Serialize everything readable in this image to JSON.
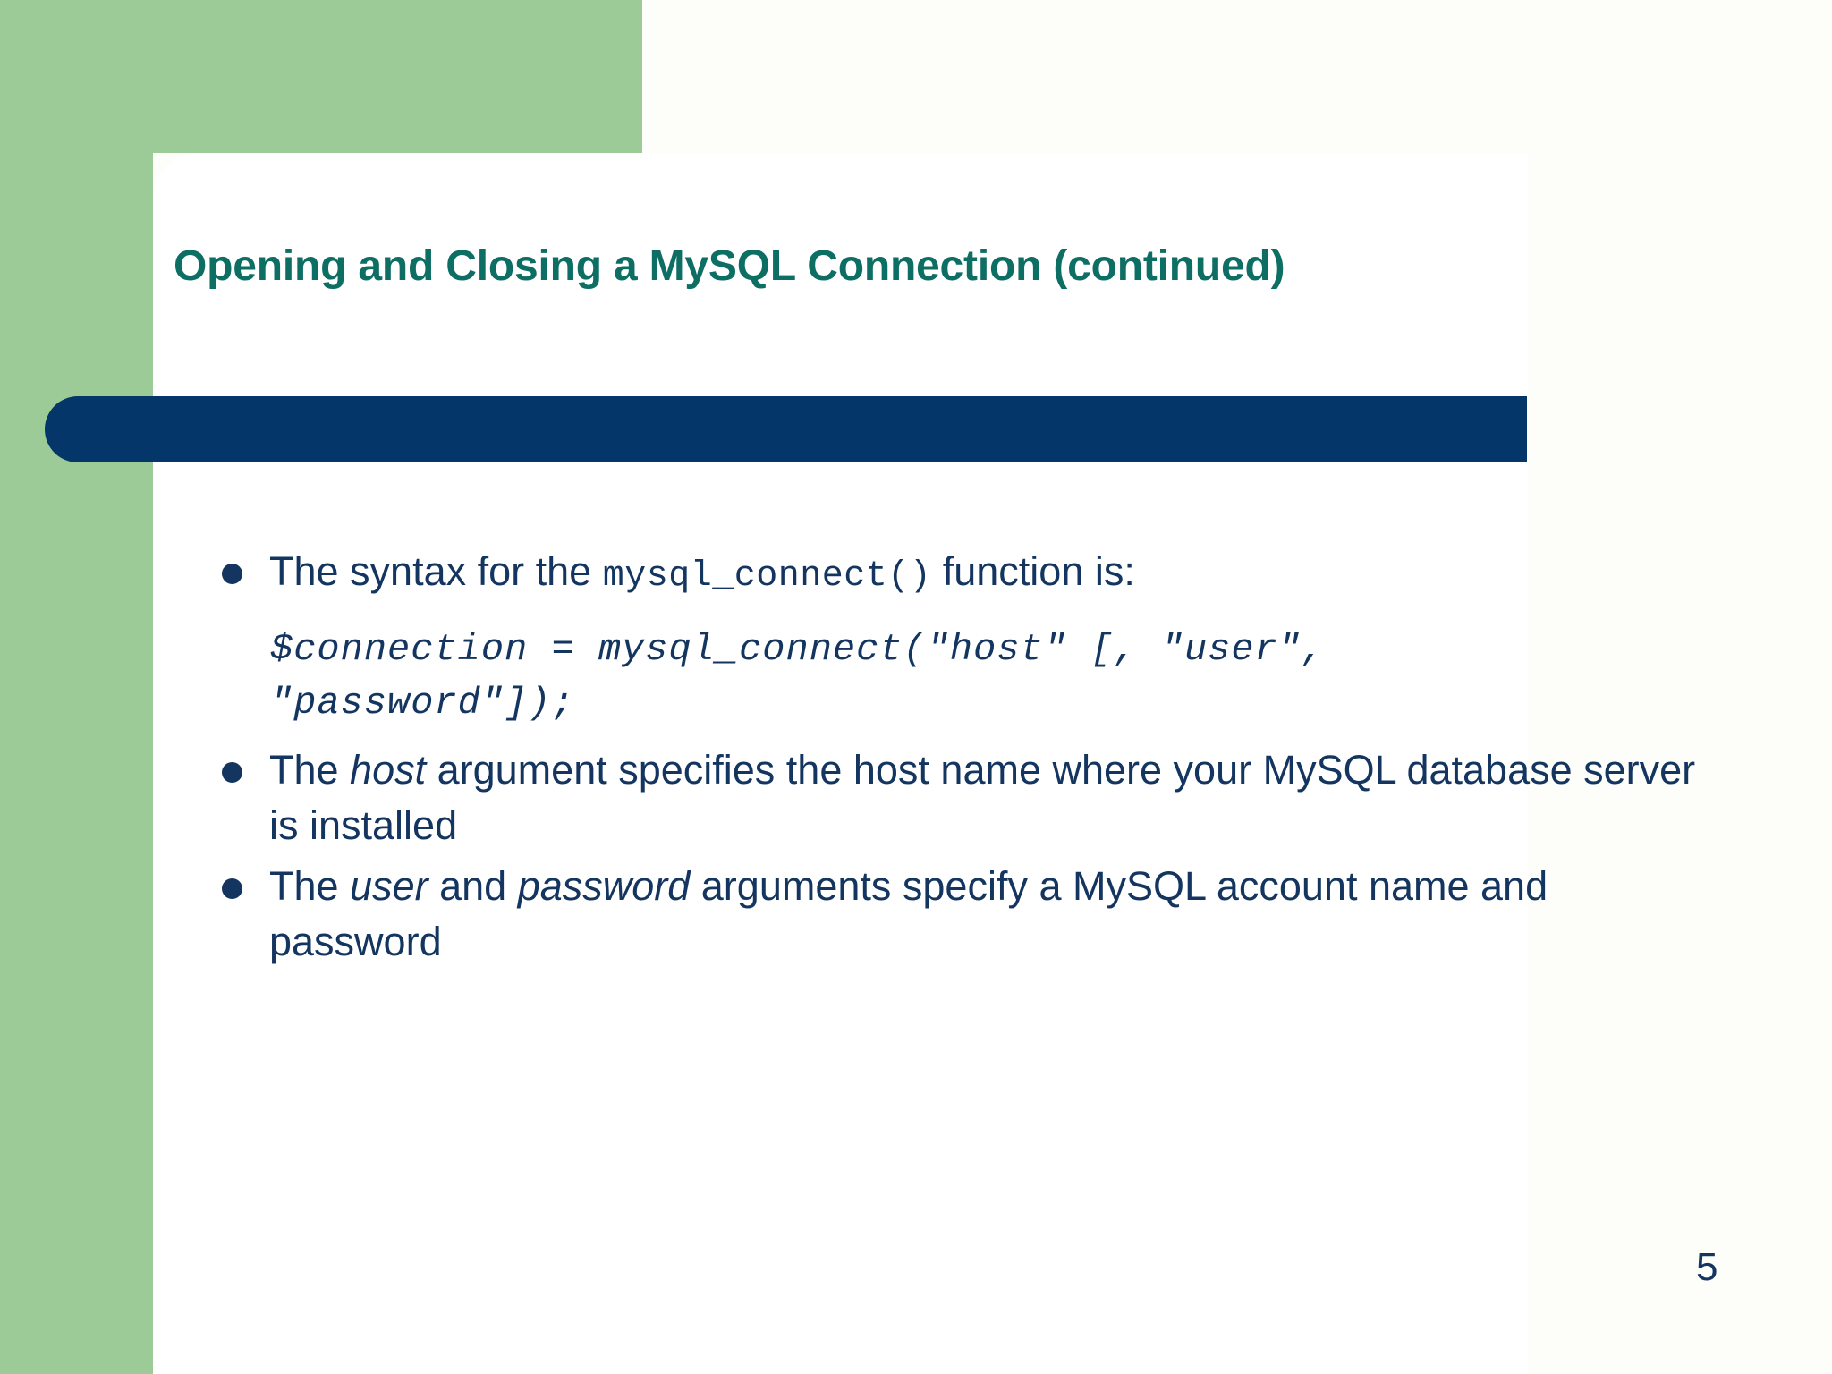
{
  "slide": {
    "title": "Opening and Closing a MySQL Connection (continued)",
    "page_number": "5",
    "colors": {
      "accent_green": "#9ccb98",
      "accent_navy": "#043669",
      "title_teal": "#0d6e64",
      "body_navy": "#13355f",
      "card_white": "#ffffff",
      "background": "#fdfefa"
    },
    "bullets": [
      {
        "text_before_code": "The syntax for the ",
        "code": "mysql_connect()",
        "text_after_code": " function is:"
      },
      {
        "segments": [
          {
            "text": "The ",
            "style": "normal"
          },
          {
            "text": "host",
            "style": "italic"
          },
          {
            "text": " argument specifies the host name where your MySQL database server is installed",
            "style": "normal"
          }
        ]
      },
      {
        "segments": [
          {
            "text": "The ",
            "style": "normal"
          },
          {
            "text": "user",
            "style": "italic"
          },
          {
            "text": " and ",
            "style": "normal"
          },
          {
            "text": "password",
            "style": "italic"
          },
          {
            "text": " arguments specify a MySQL account name and password",
            "style": "normal"
          }
        ]
      }
    ],
    "code_block": "$connection = mysql_connect(\"host\" [, \"user\", \"password\"]);"
  }
}
